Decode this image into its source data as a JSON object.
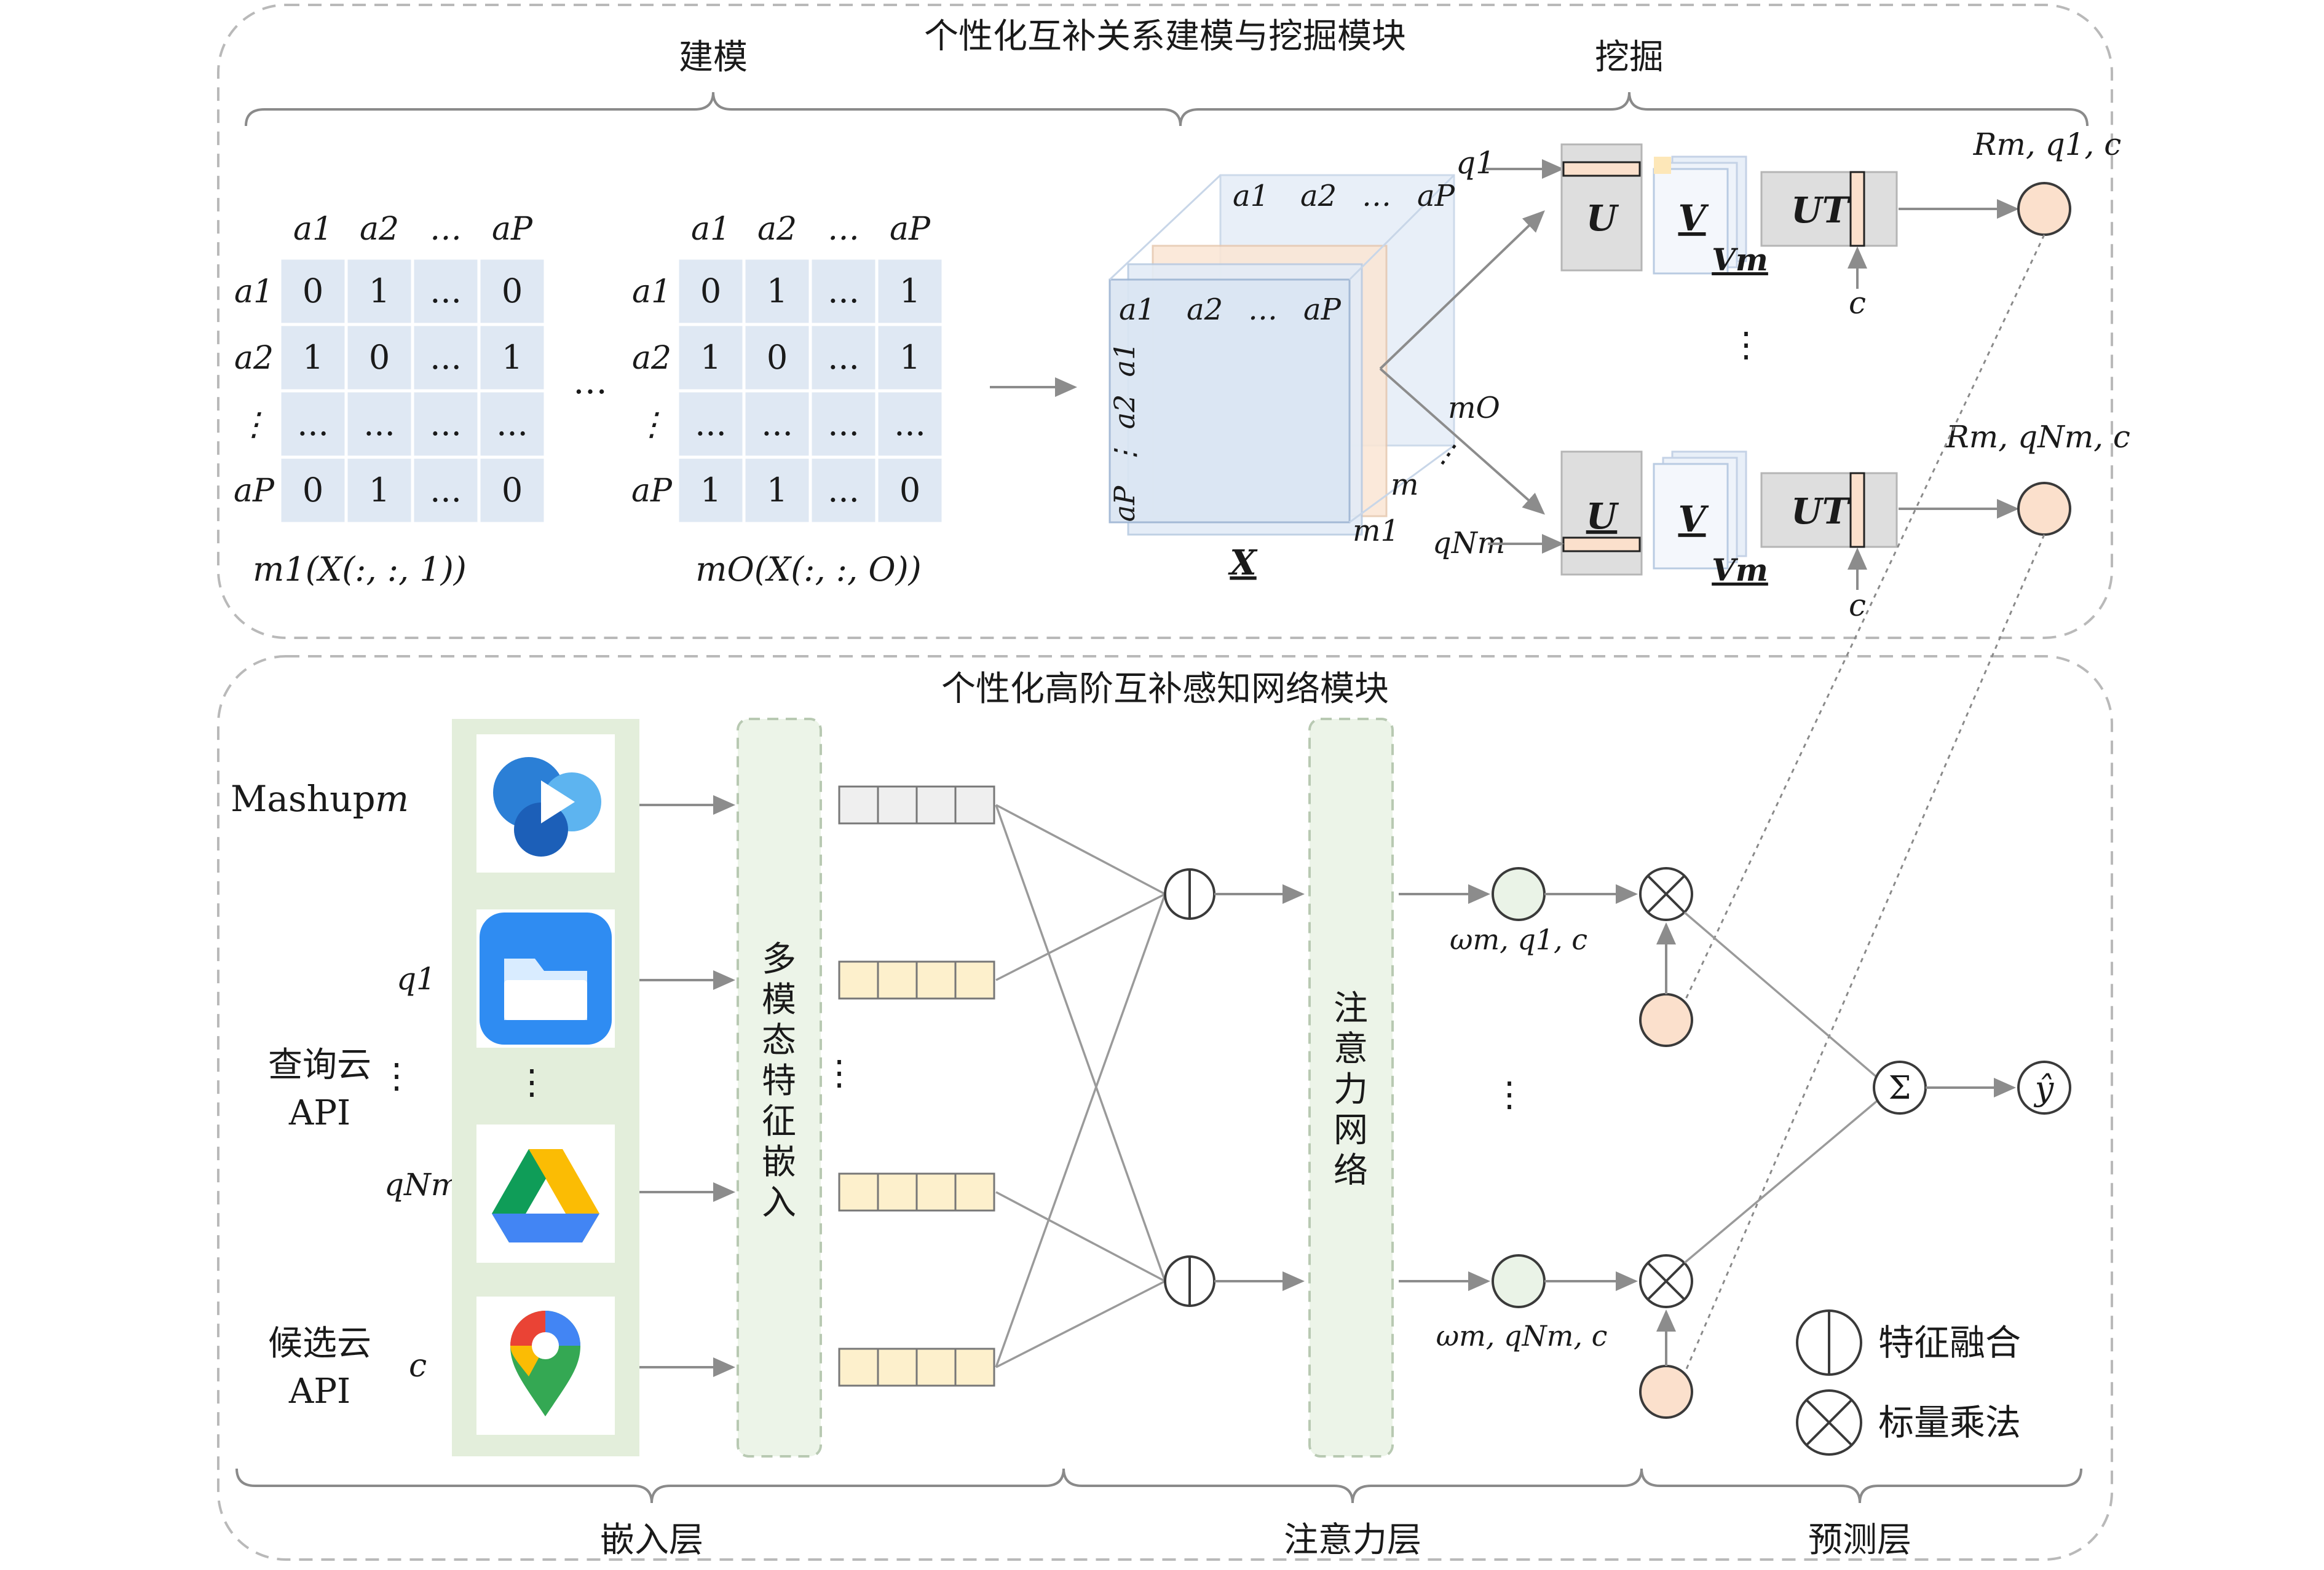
{
  "top_module": {
    "title": "个性化互补关系建模与挖掘模块",
    "modeling_label": "建模",
    "mining_label": "挖掘"
  },
  "matrix": {
    "col_headers": [
      "a1",
      "a2",
      "…",
      "aP"
    ],
    "row_headers": [
      "a1",
      "a2",
      "⋮",
      "aP"
    ],
    "left_values": [
      [
        "0",
        "1",
        "...",
        "0"
      ],
      [
        "1",
        "0",
        "...",
        "1"
      ],
      [
        "...",
        "...",
        "...",
        "..."
      ],
      [
        "0",
        "1",
        "...",
        "0"
      ]
    ],
    "right_values": [
      [
        "0",
        "1",
        "...",
        "1"
      ],
      [
        "1",
        "0",
        "...",
        "1"
      ],
      [
        "...",
        "...",
        "...",
        "..."
      ],
      [
        "1",
        "1",
        "...",
        "0"
      ]
    ],
    "left_caption": "m1(X(:, :, 1))",
    "right_caption": "mO(X(:, :, O))",
    "between_dots": "…"
  },
  "tensor": {
    "label": "X",
    "slice_labels": [
      "mO",
      "m",
      "m1"
    ],
    "dots": "⋮"
  },
  "factorization": {
    "top_query": "q1",
    "bottom_query": "qNm",
    "U": "U",
    "V": "V",
    "Vm": "Vm",
    "UT": "UT",
    "c": "c",
    "R_top": "Rm, q1, c",
    "R_bottom": "Rm, qNm, c",
    "mid_dots": "⋮"
  },
  "bottom_module": {
    "title": "个性化高阶互补感知网络模块",
    "mashup_label": "Mashup",
    "mashup_var": "m",
    "query_label_line1": "查询云",
    "query_label_line2": "API",
    "q1": "q1",
    "qNm": "qNm",
    "candidate_label_line1": "候选云",
    "candidate_label_line2": "API",
    "c": "c",
    "icon_dots": "⋮",
    "embedding_box": "多模态特征嵌入",
    "attention_box": "注意力网络",
    "omega_top": "ωm, q1, c",
    "omega_bottom": "ωm, qNm, c",
    "sum_symbol": "Σ",
    "output": "ŷ",
    "legend_fusion": "特征融合",
    "legend_scalar": "标量乘法",
    "layer_embedding": "嵌入层",
    "layer_attention": "注意力层",
    "layer_prediction": "预测层"
  },
  "colors": {
    "peach": "#fbe0cc",
    "matrix_cell": "#dfe8f3",
    "icon_panel": "#e3eedb",
    "vector_yellow": "#fdf0cc"
  },
  "icons": [
    "cloud-play-icon",
    "folder-icon",
    "google-drive-icon",
    "google-maps-icon"
  ]
}
